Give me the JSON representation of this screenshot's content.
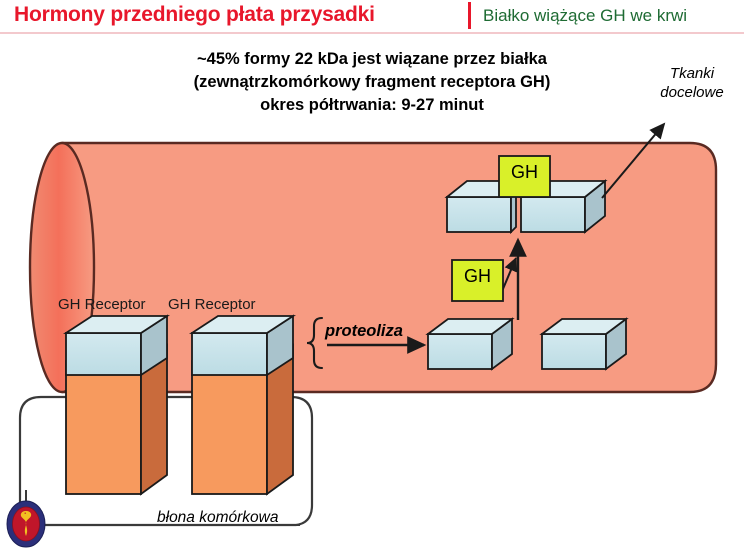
{
  "header": {
    "title": "Hormony przedniego płata przysadki",
    "subtitle": "Białko wiążące GH we krwi",
    "title_color": "#e8172b",
    "subtitle_color": "#1e6b33"
  },
  "caption": {
    "line1": "~45% formy 22 kDa jest wiązane przez białka",
    "line2": "(zewnątrzkomórkowy fragment receptora GH)",
    "line3": "okres półtrwania: 9-27 minut"
  },
  "annotations": {
    "target_tissue_line1": "Tkanki",
    "target_tissue_line2": "docelowe",
    "proteolysis": "proteoliza",
    "membrane": "błona komórkowa"
  },
  "labels": {
    "gh_top": "GH",
    "gh_middle": "GH",
    "receptor_left": "GH Receptor",
    "receptor_right": "GH Receptor"
  },
  "colors": {
    "vessel_fill": "#f79b82",
    "vessel_edge": "#5a2a22",
    "vessel_cap": "#f3785f",
    "cube_top": "#dceef2",
    "cube_front": "#c5e2e8",
    "cube_side": "#a9c3cc",
    "cube_edge": "#1a1a1a",
    "gh_fill": "#d9f029",
    "gh_edge": "#1a1a1a",
    "receptor_stem_front": "#f79a5e",
    "receptor_stem_side": "#c96b3c",
    "membrane_line": "#3a3a3a",
    "logo_ring": "#2b2f7a",
    "logo_shield": "#c0162a",
    "logo_snake": "#f2c021"
  },
  "icons": {
    "arrow_target": "arrow-up-right-icon",
    "arrow_proteolysis": "arrow-right-icon",
    "arrow_binding": "arrow-up-icon",
    "bracket": "curly-bracket-icon",
    "logo": "university-crest-icon"
  }
}
